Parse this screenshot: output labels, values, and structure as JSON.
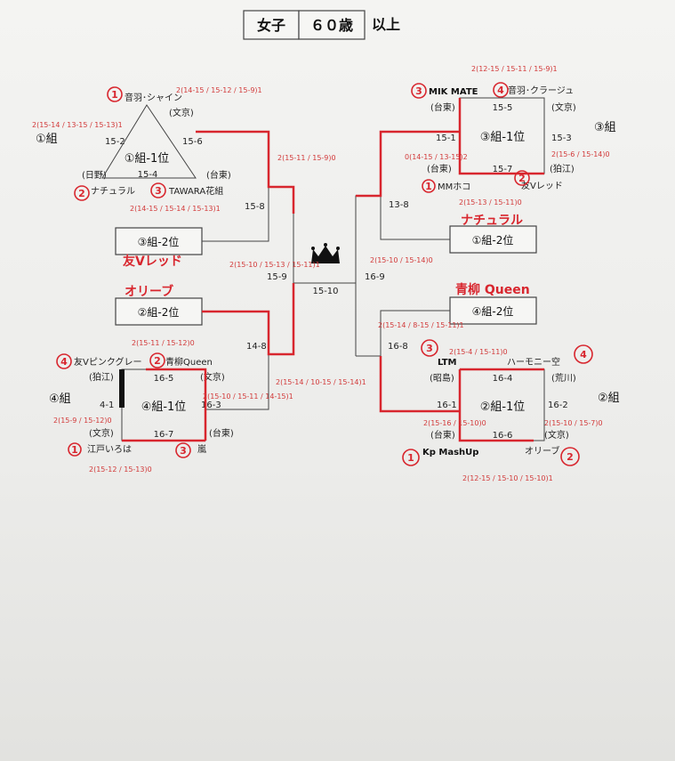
{
  "header": {
    "title_main": "女子",
    "title_age": "６０歳",
    "title_suffix": "以上"
  },
  "groups": {
    "g1": {
      "label": "①組",
      "center": "①組-1位"
    },
    "g2": {
      "label": "②組",
      "center": "②組-1位"
    },
    "g3": {
      "label": "③組",
      "center": "③組-1位"
    },
    "g4": {
      "label": "④組",
      "center": "④組-1位"
    }
  },
  "slots": {
    "s3_2": "③組-2位",
    "s2_2": "②組-2位",
    "s1_2": "①組-2位",
    "s4_2": "④組-2位"
  },
  "teams": {
    "otowa_shine": "音羽･シャイン",
    "natural": "ナチュラル",
    "tawara": "TAWARA花組",
    "mik_mate": "MIK MATE",
    "otowa_kurage": "音羽･クラージュ",
    "mm_hoko": "MMホコ",
    "tomo_red": "友Vレッド",
    "tomo_pink": "友Vピンクグレー",
    "aoyagi": "青柳Queen",
    "edo_iroha": "江戸いろは",
    "arashi": "嵐",
    "ltm": "LTM",
    "harmony": "ハーモニー空",
    "kp": "Kp MashUp",
    "olive": "オリーブ"
  },
  "areas": {
    "bunkyo": "(文京)",
    "hino": "(日野)",
    "taito": "(台東)",
    "komae": "(狛江)",
    "showajima": "(昭島)",
    "arakawa": "(荒川)"
  },
  "match_codes": {
    "c15_2": "15-2",
    "c15_6": "15-6",
    "c15_4": "15-4",
    "c15_8": "15-8",
    "c15_9": "15-9",
    "c15_10": "15-10",
    "c15_1": "15-1",
    "c15_5": "15-5",
    "c15_3": "15-3",
    "c15_7": "15-7",
    "c13_8": "13-8",
    "c16_9": "16-9",
    "c16_5": "16-5",
    "c16_3": "16-3",
    "c16_7": "16-7",
    "c4_1": "4-1",
    "c14_8": "14-8",
    "c16_8": "16-8",
    "c16_4": "16-4",
    "c16_2": "16-2",
    "c16_1": "16-1",
    "c16_6": "16-6"
  },
  "handwritten": {
    "name_3_2": "友Vレッド",
    "name_2_2": "オリーブ",
    "name_1_2": "ナチュラル",
    "name_4_2": "青柳 Queen",
    "rank1": "1",
    "rank2": "2",
    "rank3": "3",
    "rank4": "4",
    "s_a": "2(14-15 / 15-12 / 15-9)1",
    "s_b": "2(15-14 / 13-15 / 15-13)1",
    "s_c": "2(15-11 / 15-9)0",
    "s_d": "2(14-15 / 15-14 / 15-13)1",
    "s_e": "2(15-10 / 15-13 / 15-11)1",
    "s_f": "2(12-15 / 15-11 / 15-9)1",
    "s_g": "2(15-6 / 15-14)0",
    "s_h": "0(14-15 / 13-15)2",
    "s_i": "2(15-13 / 15-11)0",
    "s_j": "2(15-10 / 15-14)0",
    "s_k": "2(15-14 / 8-15 / 15-11)1",
    "s_l": "2(15-11 / 15-12)0",
    "s_m": "2(15-10 / 15-11 / 14-15)1",
    "s_n": "2(15-14 / 10-15 / 15-14)1",
    "s_o": "2(15-4 / 15-11)0",
    "s_p": "2(15-10 / 15-7)0",
    "s_q": "2(15-16 / 15-10)0",
    "s_r": "2(12-15 / 15-10 / 15-10)1",
    "s_s": "2(15-12 / 15-13)0",
    "s_t": "2(15-9 / 15-12)0"
  },
  "icons": {
    "crown": "crown-icon"
  }
}
